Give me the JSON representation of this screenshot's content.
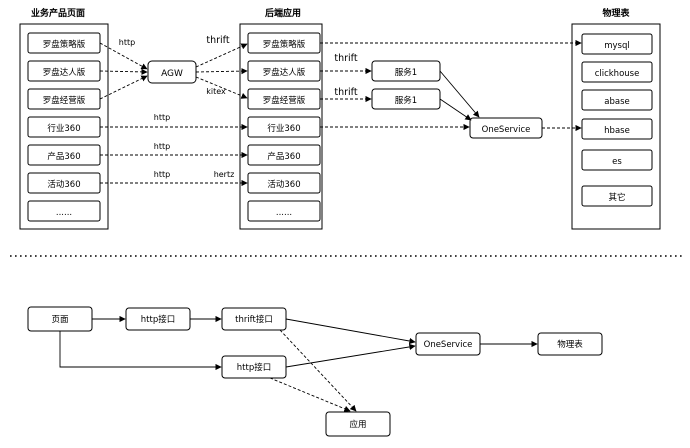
{
  "top": {
    "business_pages": {
      "title": "业务产品页面",
      "items": [
        "罗盘策略版",
        "罗盘达人版",
        "罗盘经营版",
        "行业360",
        "产品360",
        "活动360",
        "......"
      ]
    },
    "backend_apps": {
      "title": "后端应用",
      "items": [
        "罗盘策略版",
        "罗盘达人版",
        "罗盘经营版",
        "行业360",
        "产品360",
        "活动360",
        "......"
      ]
    },
    "physical_tables": {
      "title": "物理表",
      "items": [
        "mysql",
        "clickhouse",
        "abase",
        "hbase",
        "es",
        "其它"
      ]
    },
    "agw": "AGW",
    "services": [
      "服务1",
      "服务1"
    ],
    "oneservice": "OneService",
    "edge_labels": {
      "http_to_agw": "http",
      "thrift_agw": "thrift",
      "kitex_agw": "kitex",
      "thrift_service_a": "thrift",
      "thrift_service_b": "thrift",
      "http_industry": "http",
      "http_product": "http",
      "http_activity": "http",
      "hertz_activity": "hertz"
    }
  },
  "bottom": {
    "page": "页面",
    "http_api_top": "http接口",
    "thrift_api": "thrift接口",
    "http_api_bottom": "http接口",
    "oneservice": "OneService",
    "physical_table": "物理表",
    "app": "应用"
  }
}
